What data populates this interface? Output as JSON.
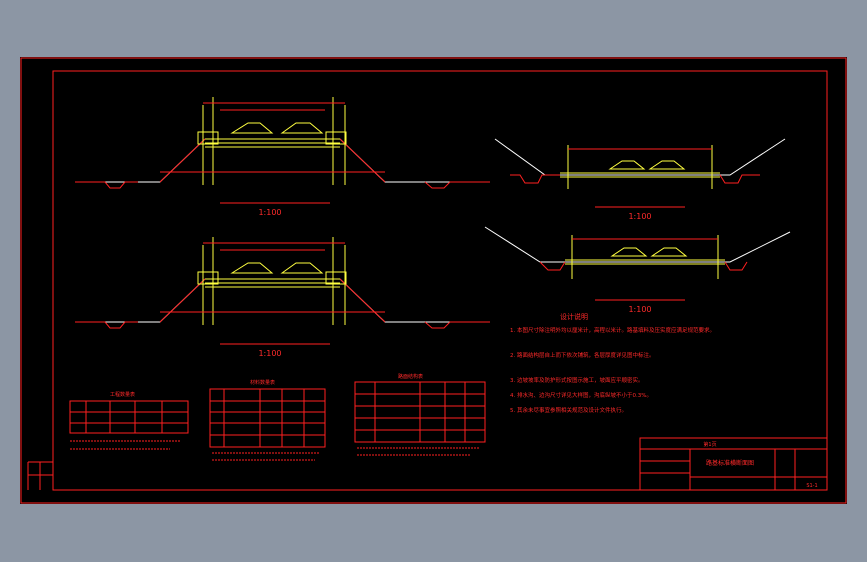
{
  "viewport": {
    "background": "#8c96a4",
    "canvas_background": "#000000"
  },
  "colors": {
    "primary_line": "#ff2020",
    "accent_line": "#ffff40",
    "ground_line": "#ffffff"
  },
  "sections": [
    {
      "id": "section-1",
      "scale_label": "1:100"
    },
    {
      "id": "section-2",
      "scale_label": "1:100"
    },
    {
      "id": "section-3",
      "scale_label": "1:100"
    },
    {
      "id": "section-4",
      "scale_label": "1:100"
    }
  ],
  "notes": {
    "title": "设计说明",
    "lines": [
      "1. 本图尺寸除注明外均以厘米计，高程以米计。路基填料及压实度应满足规范要求。",
      "2. 路面结构层自上而下依次铺筑，各层厚度详见图中标注。",
      "3. 边坡坡率及防护形式按图示施工，坡面应平顺密实。",
      "4. 排水沟、边沟尺寸详见大样图，沟底纵坡不小于0.3%。",
      "5. 其余未尽事宜参照相关规范及设计文件执行。"
    ]
  },
  "tables": [
    {
      "id": "table-1",
      "title": "工程数量表"
    },
    {
      "id": "table-2",
      "title": "材料数量表"
    },
    {
      "id": "table-3",
      "title": "路面结构表"
    }
  ],
  "title_block": {
    "title": "路基标准横断面图",
    "drawing_no": "S1-1",
    "sheet": "第1页"
  }
}
